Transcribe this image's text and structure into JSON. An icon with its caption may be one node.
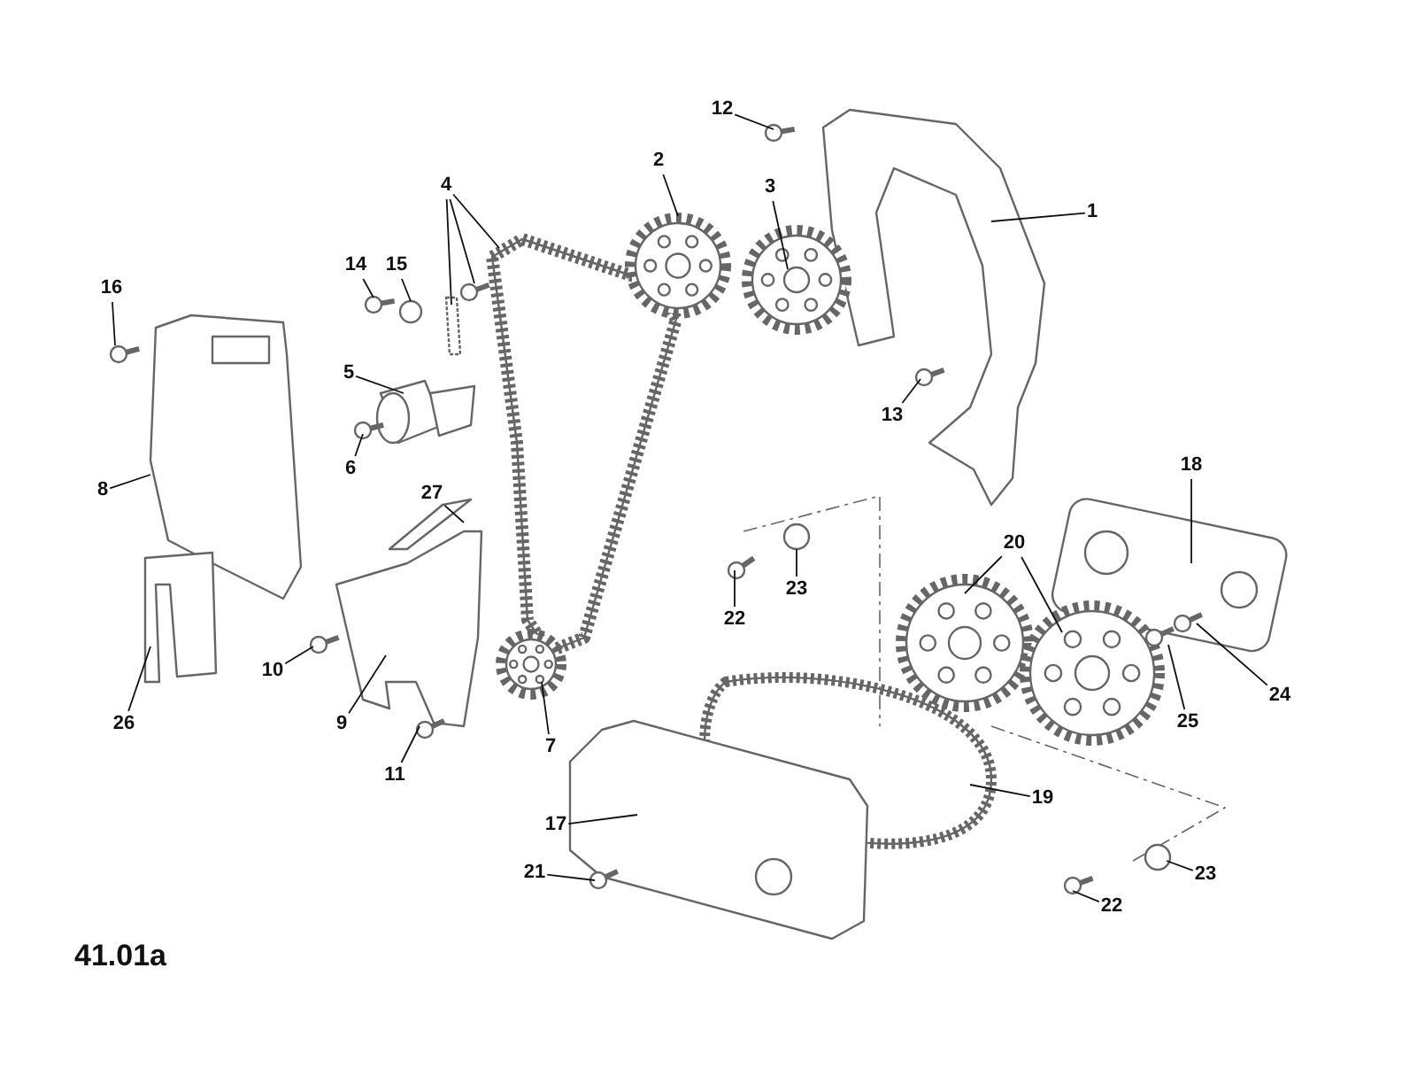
{
  "diagram": {
    "nodes": [
      {
        "text": [
          "1"
        ]
      },
      {
        "text": [
          "2"
        ]
      },
      {
        "text": [
          "3"
        ]
      },
      {
        "text": [
          "4"
        ]
      },
      {
        "text": [
          "5"
        ]
      },
      {
        "text": [
          "6"
        ]
      },
      {
        "text": [
          "7"
        ]
      },
      {
        "text": [
          "8"
        ]
      },
      {
        "text": [
          "9"
        ]
      },
      {
        "text": [
          "10"
        ]
      },
      {
        "text": [
          "11"
        ]
      },
      {
        "text": [
          "12"
        ]
      },
      {
        "text": [
          "13"
        ]
      },
      {
        "text": [
          "14"
        ]
      },
      {
        "text": [
          "15"
        ]
      },
      {
        "text": [
          "16"
        ]
      },
      {
        "text": [
          "17"
        ]
      },
      {
        "text": [
          "18"
        ]
      },
      {
        "text": [
          "19"
        ]
      },
      {
        "text": [
          "20"
        ]
      },
      {
        "text": [
          "21"
        ]
      },
      {
        "text": [
          "22"
        ]
      },
      {
        "text": [
          "22"
        ]
      },
      {
        "text": [
          "23"
        ]
      },
      {
        "text": [
          "23"
        ]
      },
      {
        "text": [
          "24"
        ]
      },
      {
        "text": [
          "25"
        ]
      },
      {
        "text": [
          "26"
        ]
      },
      {
        "text": [
          "27"
        ]
      }
    ],
    "edges": [
      {
        "from": 0,
        "to": null,
        "arrow": "none"
      },
      {
        "from": 1,
        "to": null,
        "arrow": "none"
      },
      {
        "from": 2,
        "to": null,
        "arrow": "none"
      },
      {
        "from": 3,
        "to": null,
        "arrow": "none"
      },
      {
        "from": 3,
        "to": null,
        "arrow": "none"
      },
      {
        "from": 3,
        "to": null,
        "arrow": "none"
      },
      {
        "from": 4,
        "to": null,
        "arrow": "none"
      },
      {
        "from": 5,
        "to": null,
        "arrow": "none"
      },
      {
        "from": 6,
        "to": null,
        "arrow": "none"
      },
      {
        "from": 7,
        "to": null,
        "arrow": "none"
      },
      {
        "from": 8,
        "to": null,
        "arrow": "none"
      },
      {
        "from": 9,
        "to": null,
        "arrow": "none"
      },
      {
        "from": 10,
        "to": null,
        "arrow": "none"
      },
      {
        "from": 11,
        "to": null,
        "arrow": "none"
      },
      {
        "from": 12,
        "to": null,
        "arrow": "none"
      },
      {
        "from": 13,
        "to": null,
        "arrow": "none"
      },
      {
        "from": 14,
        "to": null,
        "arrow": "none"
      },
      {
        "from": 15,
        "to": null,
        "arrow": "none"
      },
      {
        "from": 16,
        "to": null,
        "arrow": "none"
      },
      {
        "from": 17,
        "to": null,
        "arrow": "none"
      },
      {
        "from": 18,
        "to": null,
        "arrow": "none"
      },
      {
        "from": 19,
        "to": null,
        "arrow": "none"
      },
      {
        "from": 19,
        "to": null,
        "arrow": "none"
      },
      {
        "from": 20,
        "to": null,
        "arrow": "none"
      },
      {
        "from": 21,
        "to": null,
        "arrow": "none"
      },
      {
        "from": 22,
        "to": null,
        "arrow": "none"
      },
      {
        "from": 23,
        "to": null,
        "arrow": "none"
      },
      {
        "from": 24,
        "to": null,
        "arrow": "none"
      },
      {
        "from": 25,
        "to": null,
        "arrow": "none"
      },
      {
        "from": 26,
        "to": null,
        "arrow": "none"
      },
      {
        "from": 27,
        "to": null,
        "arrow": "none"
      },
      {
        "from": 28,
        "to": null,
        "arrow": "none"
      }
    ],
    "labels": [
      "41.01a"
    ]
  }
}
